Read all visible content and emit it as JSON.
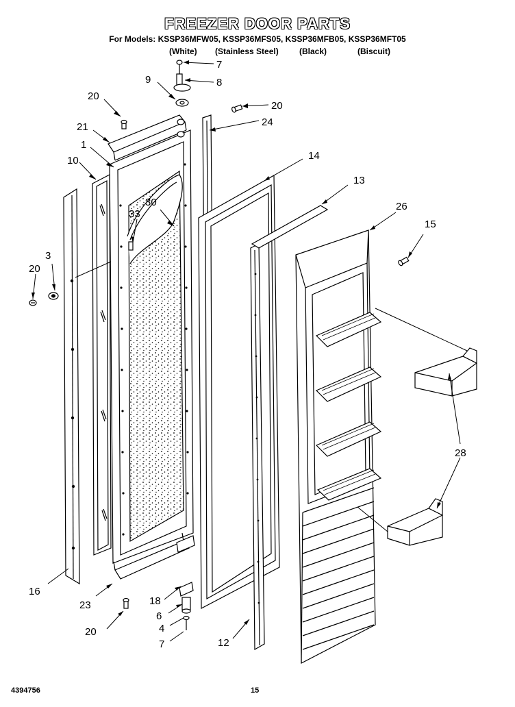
{
  "header": {
    "title": "FREEZER DOOR PARTS",
    "models_line": "For Models: KSSP36MFW05, KSSP36MFS05, KSSP36MFB05, KSSP36MFT05",
    "variants": [
      "(White)",
      "(Stainless Steel)",
      "(Black)",
      "(Biscuit)"
    ]
  },
  "callouts": [
    "7",
    "8",
    "9",
    "20",
    "20",
    "24",
    "21",
    "1",
    "10",
    "14",
    "13",
    "30",
    "33",
    "26",
    "15",
    "3",
    "20",
    "28",
    "16",
    "23",
    "18",
    "6",
    "4",
    "7",
    "20",
    "12"
  ],
  "footer": {
    "doc_number": "4394756",
    "page_number": "15"
  }
}
